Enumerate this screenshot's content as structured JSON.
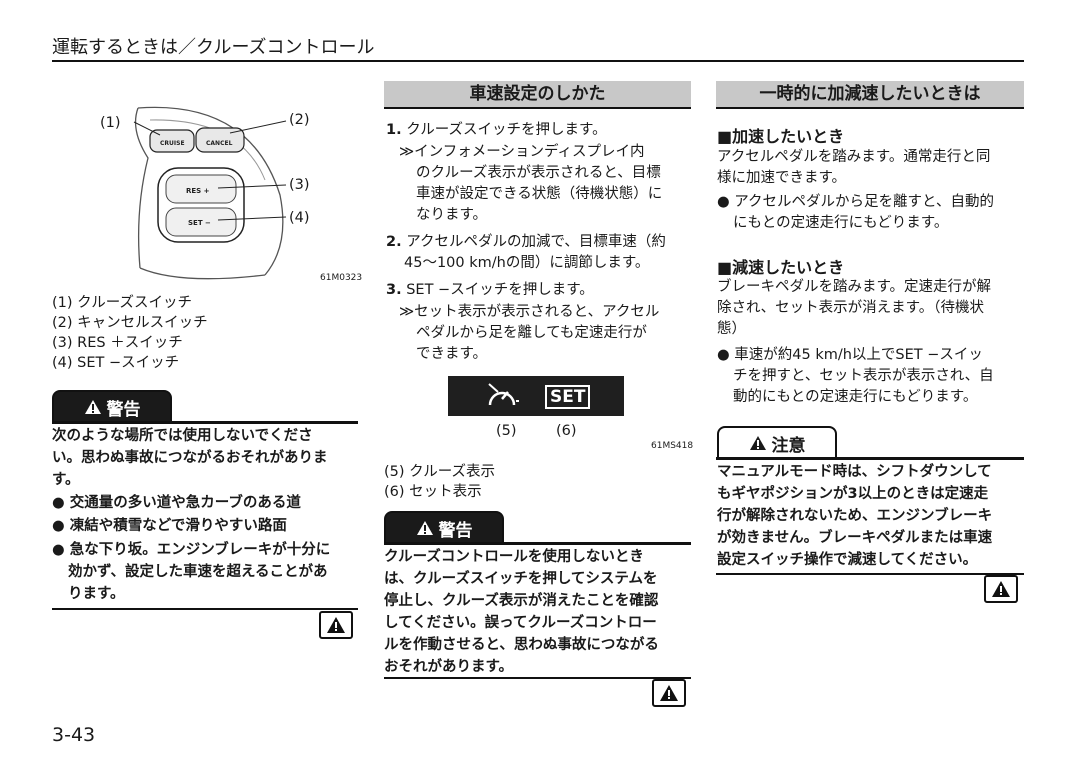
{
  "header": {
    "title": "運転するときは／クルーズコントロール",
    "page": "3-43"
  },
  "figure1": {
    "callouts": [
      "(1)",
      "(2)",
      "(3)",
      "(4)"
    ],
    "button_labels": [
      "CRUISE",
      "CANCEL",
      "RES +",
      "SET −"
    ],
    "code": "61M0323",
    "legend": [
      "(1) クルーズスイッチ",
      "(2) キャンセルスイッチ",
      "(3) RES ＋スイッチ",
      "(4) SET −スイッチ"
    ]
  },
  "warning1": {
    "tag": "警告",
    "lines": [
      "次のような場所では使用しないでくださ",
      "い。思わぬ事故につながるおそれがありま",
      "す。"
    ],
    "bullets": [
      [
        "交通量の多い道や急カーブのある道"
      ],
      [
        "凍結や積雪などで滑りやすい路面"
      ],
      [
        "急な下り坂。エンジンブレーキが十分に",
        "効かず、設定した車速を超えることがあ",
        "ります。"
      ]
    ]
  },
  "section_set": {
    "title": "車速設定のしかた",
    "steps": [
      {
        "num": "1.",
        "text": "クルーズスイッチを押します。",
        "result": [
          "≫インフォメーションディスプレイ内",
          "のクルーズ表示が表示されると、目標",
          "車速が設定できる状態（待機状態）に",
          "なります。"
        ]
      },
      {
        "num": "2.",
        "text": "アクセルペダルの加減で、目標車速（約",
        "cont": "45～100 km/hの間）に調節します。"
      },
      {
        "num": "3.",
        "text": "SET −スイッチを押します。",
        "result": [
          "≫セット表示が表示されると、アクセル",
          "ペダルから足を離しても定速走行が",
          "できます。"
        ]
      }
    ],
    "display": {
      "set_label": "SET",
      "callouts": [
        "(5)",
        "(6)"
      ],
      "code": "61MS418"
    },
    "legend": [
      "(5) クルーズ表示",
      "(6) セット表示"
    ]
  },
  "warning2": {
    "tag": "警告",
    "lines": [
      "クルーズコントロールを使用しないとき",
      "は、クルーズスイッチを押してシステムを",
      "停止し、クルーズ表示が消えたことを確認",
      "してください。誤ってクルーズコントロー",
      "ルを作動させると、思わぬ事故につながる",
      "おそれがあります。"
    ]
  },
  "section_speed": {
    "title": "一時的に加減速したいときは",
    "accel": {
      "heading": "■加速したいとき",
      "lines": [
        "アクセルペダルを踏みます。通常走行と同",
        "様に加速できます。"
      ],
      "bullet": [
        "アクセルペダルから足を離すと、自動的",
        "にもとの定速走行にもどります。"
      ]
    },
    "decel": {
      "heading": "■減速したいとき",
      "lines": [
        "ブレーキペダルを踏みます。定速走行が解",
        "除され、セット表示が消えます。（待機状",
        "態）"
      ],
      "bullet": [
        "車速が約45 km/h以上でSET −スイッ",
        "チを押すと、セット表示が表示され、自",
        "動的にもとの定速走行にもどります。"
      ]
    }
  },
  "caution": {
    "tag": "注意",
    "lines": [
      "マニュアルモード時は、シフトダウンして",
      "もギヤポジションが3以上のときは定速走",
      "行が解除されないため、エンジンブレーキ",
      "が効きません。ブレーキペダルまたは車速",
      "設定スイッチ操作で減速してください。"
    ]
  }
}
